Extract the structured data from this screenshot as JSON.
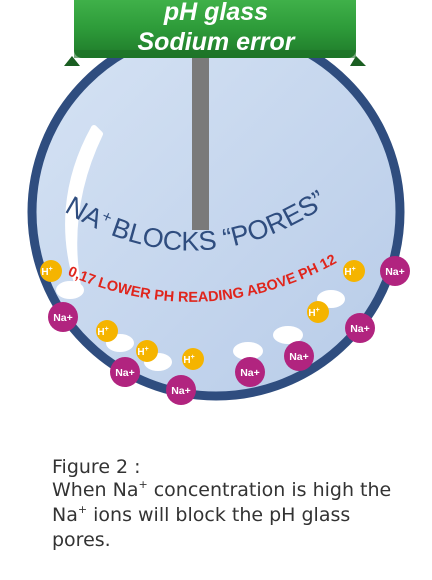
{
  "banner": {
    "line1": "pH glass",
    "line2": "Sodium error"
  },
  "bulb_text": {
    "blocks_prefix": "NA",
    "blocks_sup": "+",
    "blocks_main": "BLOCKS “PORES”",
    "warning": "0,17 LOWER PH READING ABOVE PH 12"
  },
  "ions": {
    "hydrogen_label": "H",
    "hydrogen_sup": "+",
    "sodium_label": "Na+"
  },
  "caption": {
    "line1": "Figure 2 :",
    "line2": "When Na",
    "line2_sup": "+",
    "line2_rest": " concentration is high the",
    "line3": "Na",
    "line3_sup": "+",
    "line3_rest": "  ions will block the pH glass",
    "line4": "pores."
  },
  "colors": {
    "bulb_fill": "#c5d6ee",
    "bulb_stroke": "#2f4d7f",
    "banner_green": "#2e9c3a",
    "stem": "#7a7a7a",
    "blocks_text": "#2f4d7f",
    "warning_text": "#e0251c",
    "hydrogen_ion": "#f5b400",
    "sodium_ion": "#b1247f",
    "pore": "#ffffff"
  }
}
